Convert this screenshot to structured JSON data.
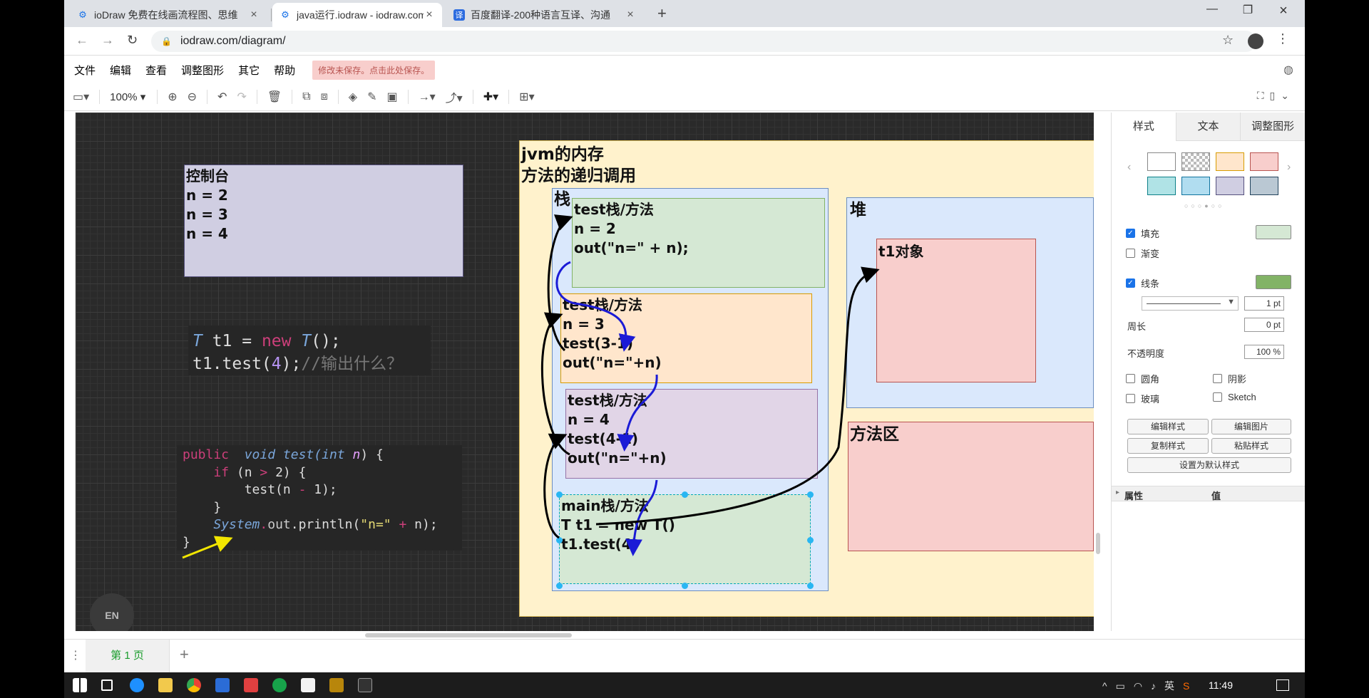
{
  "browser": {
    "tabs": [
      {
        "title": "ioDraw 免费在线画流程图、思维",
        "icon": "iodraw-icon",
        "active": false
      },
      {
        "title": "java运行.iodraw - iodraw.com",
        "icon": "iodraw-icon",
        "active": true
      },
      {
        "title": "百度翻译-200种语言互译、沟通",
        "icon": "baidu-translate-icon",
        "active": false
      }
    ],
    "new_tab": "+",
    "url": "iodraw.com/diagram/"
  },
  "menu": {
    "items": [
      "文件",
      "编辑",
      "查看",
      "调整图形",
      "其它",
      "帮助"
    ],
    "unsaved_notice": "修改未保存。点击此处保存。"
  },
  "toolbar": {
    "zoom": "100%"
  },
  "diagram": {
    "console": {
      "lines": [
        "控制台",
        "n = 2",
        "n = 3",
        "n = 4"
      ]
    },
    "snippet1": {
      "line1": {
        "t": "T",
        "var": " t1 = ",
        "kw": "new",
        "t2": "T",
        "rest": "();"
      },
      "line2": {
        "code": "t1.test(",
        "num": "4",
        "end": ");",
        "comment": "//输出什么？"
      }
    },
    "snippet2": {
      "l1": {
        "kw": "public",
        "sp": "  ",
        "void": "void",
        "fn": " test(",
        "int": "int",
        "n": "n",
        "end": ") {"
      },
      "l2": {
        "pre": "    ",
        "kw": "if",
        "a": " (n ",
        "op": ">",
        "b": " 2) {"
      },
      "l3": {
        "code": "        test(n ",
        "op": "-",
        "end": " 1);"
      },
      "l4": "    }",
      "l5": {
        "pre": "    ",
        "sys": "System",
        "dot": ".",
        "out": "out",
        "rest": ".println(",
        "str": "\"n=\"",
        "plus": " + ",
        "end": "n);"
      },
      "l6": "}"
    },
    "jvm": {
      "lines": [
        "jvm的内存",
        "方法的递归调用"
      ]
    },
    "stack": {
      "label": "栈"
    },
    "frame1": {
      "lines": [
        "test栈/方法",
        "n = 2",
        "out(\"n=\" + n);"
      ]
    },
    "frame2": {
      "lines": [
        "test栈/方法",
        "n = 3",
        "test(3-1)",
        "out(\"n=\"+n)"
      ]
    },
    "frame3": {
      "lines": [
        "test栈/方法",
        "n = 4",
        "test(4-1)",
        "out(\"n=\"+n)"
      ]
    },
    "frame4": {
      "lines": [
        "main栈/方法",
        "T t1 = new T()",
        "t1.test(4)"
      ]
    },
    "heap": {
      "label": "堆"
    },
    "t1obj": {
      "label": "t1对象"
    },
    "method_area": {
      "label": "方法区"
    },
    "en_badge": "EN"
  },
  "panel": {
    "tabs": [
      "样式",
      "文本",
      "调整图形"
    ],
    "swatches": [
      "#ffffff",
      "transparent",
      "#ffe6cc",
      "#f8cecc",
      "#b0e3e6",
      "#b1ddf0",
      "#d0cee2",
      "#bac8d3"
    ],
    "fill": {
      "label": "填充",
      "checked": true,
      "color": "#d5e8d4"
    },
    "gradient": {
      "label": "渐变",
      "checked": false
    },
    "line": {
      "label": "线条",
      "checked": true,
      "color": "#82b366",
      "width": "1 pt"
    },
    "perimeter": {
      "label": "周长",
      "value": "0 pt"
    },
    "opacity": {
      "label": "不透明度",
      "value": "100 %"
    },
    "options": [
      {
        "label": "圆角",
        "checked": false
      },
      {
        "label": "阴影",
        "checked": false
      },
      {
        "label": "玻璃",
        "checked": false
      },
      {
        "label": "Sketch",
        "checked": false
      }
    ],
    "buttons": {
      "edit_style": "编辑样式",
      "edit_image": "编辑图片",
      "copy_style": "复制样式",
      "paste_style": "粘贴样式",
      "set_default": "设置为默认样式"
    },
    "props": {
      "col1": "属性",
      "col2": "值"
    }
  },
  "pages": {
    "current": "第 1 页",
    "add": "+"
  },
  "taskbar": {
    "time": "11:49",
    "ime": "英"
  }
}
